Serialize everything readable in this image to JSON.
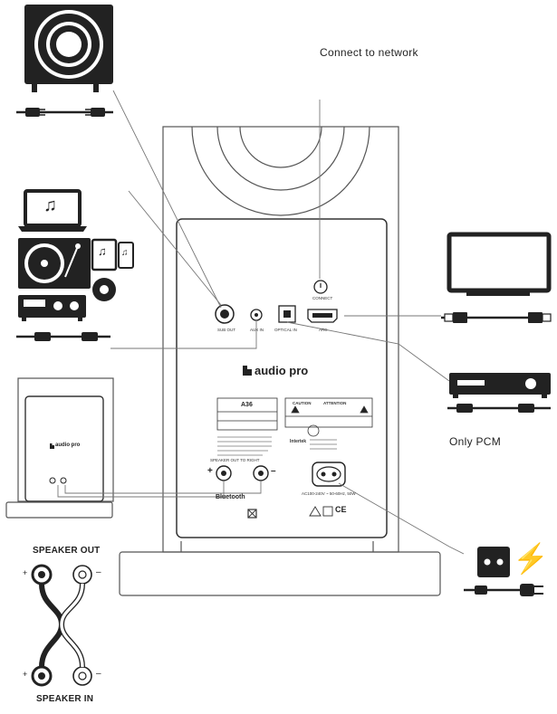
{
  "callouts": {
    "network": "Connect to network",
    "pcm": "Only PCM",
    "speaker_out": "SPEAKER OUT",
    "speaker_in": "SPEAKER IN"
  },
  "panel": {
    "brand": "audio pro",
    "port_sub_out": "SUB OUT",
    "port_aux_in": "AUX IN",
    "port_optical_in": "OPTICAL IN",
    "port_arc": "ARC",
    "port_connect": "CONNECT",
    "label_model": "A36",
    "speaker_out_to_right": "SPEAKER OUT TO RIGHT",
    "plus": "+",
    "minus": "–",
    "bluetooth": "Bluetooth",
    "power_rating": "AC100-240V ~ 50-60Hz, 50W",
    "caution": "CAUTION",
    "attention": "ATTENTION",
    "intertek": "Intertek",
    "ce": "CE"
  },
  "secondary_speaker": {
    "brand": "audio pro"
  },
  "cable_diagram": {
    "out_plus": "+",
    "out_minus": "–",
    "in_plus": "+",
    "in_minus": "–"
  },
  "icons": {
    "music_note": "♫",
    "bolt": "⚡"
  },
  "colors": {
    "ink": "#222222",
    "panel_line": "#333333",
    "faint": "#999999"
  }
}
